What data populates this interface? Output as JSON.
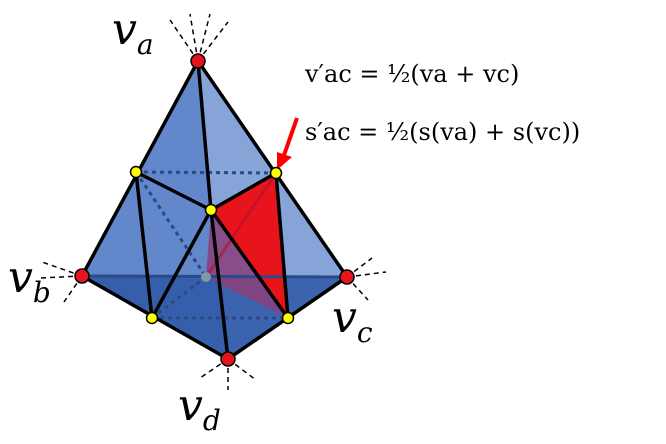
{
  "labels": {
    "va": {
      "base": "v",
      "sub": "a"
    },
    "vb": {
      "base": "v",
      "sub": "b"
    },
    "vc": {
      "base": "v",
      "sub": "c"
    },
    "vd": {
      "base": "v",
      "sub": "d"
    }
  },
  "equations": {
    "v_ac": "v′ac = ½(va + vc)",
    "s_ac": "s′ac = ½(s(va) + s(vc))"
  },
  "colors": {
    "vertex": "#e8141c",
    "midpoint": "#ffff00",
    "highlight": "#e8141c",
    "arrow": "#ff0000"
  }
}
